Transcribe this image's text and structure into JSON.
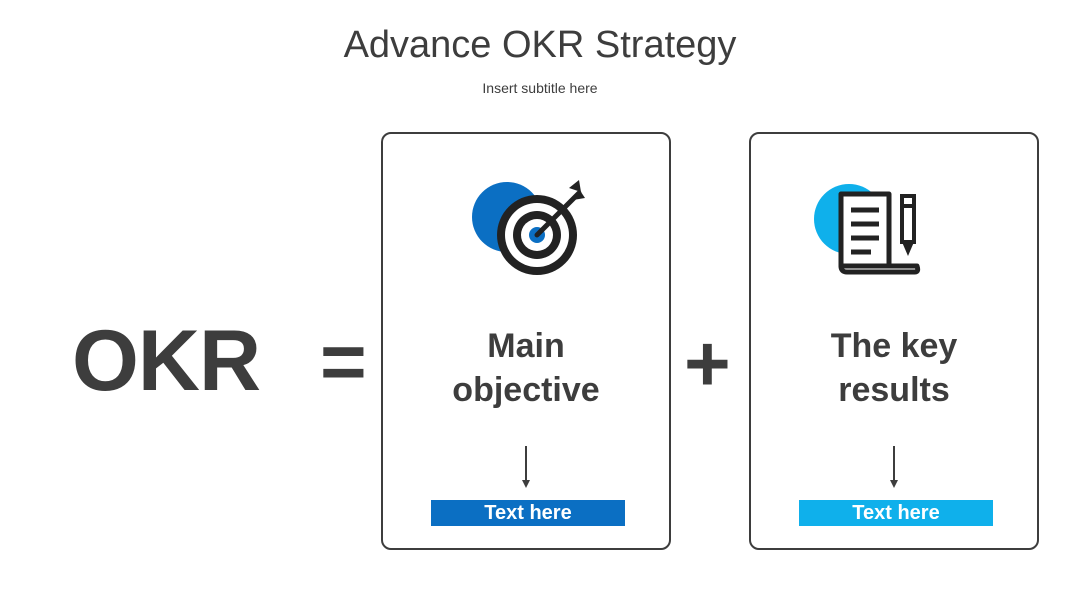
{
  "header": {
    "title": "Advance OKR Strategy",
    "subtitle": "Insert subtitle here"
  },
  "equation": {
    "lhs": "OKR",
    "equals": "=",
    "plus": "+"
  },
  "cards": [
    {
      "heading_line1": "Main",
      "heading_line2": "objective",
      "label": "Text here",
      "accent_color": "#0b6fc3",
      "icon": "target-icon"
    },
    {
      "heading_line1": "The key",
      "heading_line2": "results",
      "label": "Text here",
      "accent_color": "#0fb0eb",
      "icon": "document-pencil-icon"
    }
  ],
  "colors": {
    "text": "#3d3d3d",
    "border": "#3d3d3d",
    "objective_blue": "#0b6fc3",
    "results_blue": "#0fb0eb"
  }
}
